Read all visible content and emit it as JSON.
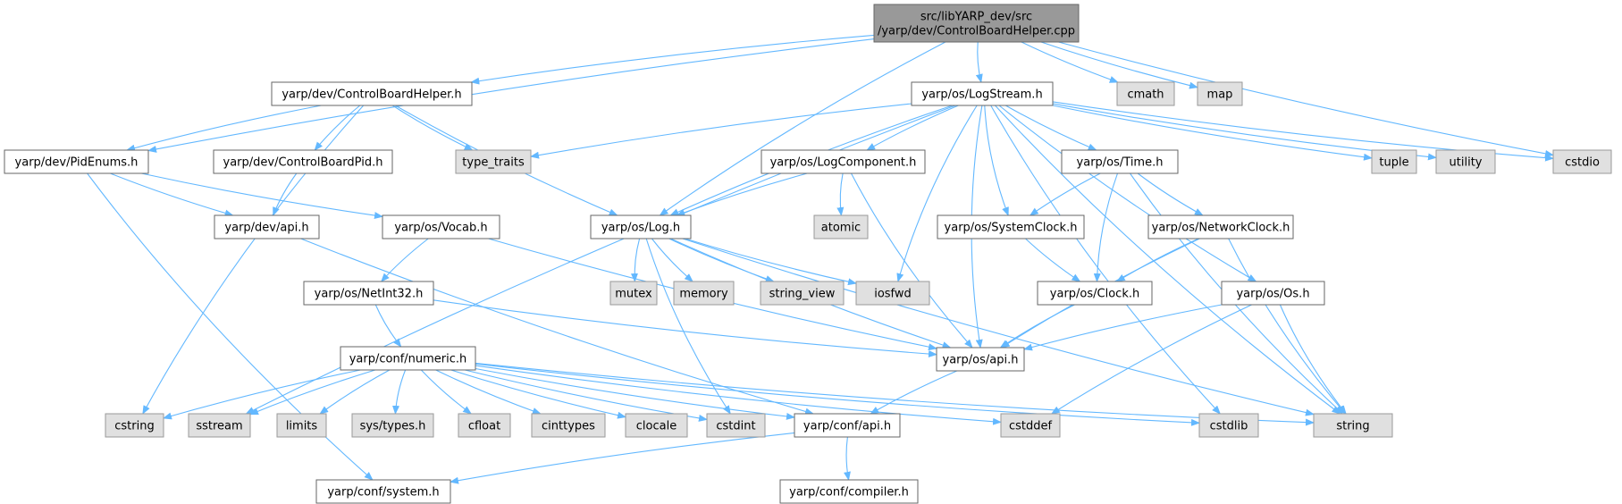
{
  "colors": {
    "edge": "#63b8ff",
    "node_fill": "#ffffff",
    "node_stroke": "#666666",
    "external_fill": "#e0e0e0",
    "external_stroke": "#999999",
    "root_fill": "#999999",
    "root_stroke": "#666666",
    "text": "#000000"
  },
  "nodes": [
    {
      "id": "root",
      "label": "src/libYARP_dev/src\n/yarp/dev/ControlBoardHelper.cpp",
      "kind": "root"
    },
    {
      "id": "cbh",
      "label": "yarp/dev/ControlBoardHelper.h",
      "kind": "file"
    },
    {
      "id": "logstream",
      "label": "yarp/os/LogStream.h",
      "kind": "file"
    },
    {
      "id": "cmath",
      "label": "cmath",
      "kind": "external"
    },
    {
      "id": "map",
      "label": "map",
      "kind": "external"
    },
    {
      "id": "pidenums",
      "label": "yarp/dev/PidEnums.h",
      "kind": "file"
    },
    {
      "id": "cbpid",
      "label": "yarp/dev/ControlBoardPid.h",
      "kind": "file"
    },
    {
      "id": "type_traits",
      "label": "type_traits",
      "kind": "external"
    },
    {
      "id": "logcomp",
      "label": "yarp/os/LogComponent.h",
      "kind": "file"
    },
    {
      "id": "time",
      "label": "yarp/os/Time.h",
      "kind": "file"
    },
    {
      "id": "tuple",
      "label": "tuple",
      "kind": "external"
    },
    {
      "id": "utility",
      "label": "utility",
      "kind": "external"
    },
    {
      "id": "cstdio",
      "label": "cstdio",
      "kind": "external"
    },
    {
      "id": "devapi",
      "label": "yarp/dev/api.h",
      "kind": "file"
    },
    {
      "id": "vocab",
      "label": "yarp/os/Vocab.h",
      "kind": "file"
    },
    {
      "id": "log",
      "label": "yarp/os/Log.h",
      "kind": "file"
    },
    {
      "id": "atomic",
      "label": "atomic",
      "kind": "external"
    },
    {
      "id": "sysclock",
      "label": "yarp/os/SystemClock.h",
      "kind": "file"
    },
    {
      "id": "netclock",
      "label": "yarp/os/NetworkClock.h",
      "kind": "file"
    },
    {
      "id": "netint32",
      "label": "yarp/os/NetInt32.h",
      "kind": "file"
    },
    {
      "id": "mutex",
      "label": "mutex",
      "kind": "external"
    },
    {
      "id": "memory",
      "label": "memory",
      "kind": "external"
    },
    {
      "id": "string_view",
      "label": "string_view",
      "kind": "external"
    },
    {
      "id": "iosfwd",
      "label": "iosfwd",
      "kind": "external"
    },
    {
      "id": "clock",
      "label": "yarp/os/Clock.h",
      "kind": "file"
    },
    {
      "id": "os",
      "label": "yarp/os/Os.h",
      "kind": "file"
    },
    {
      "id": "numeric",
      "label": "yarp/conf/numeric.h",
      "kind": "file"
    },
    {
      "id": "osapi",
      "label": "yarp/os/api.h",
      "kind": "file"
    },
    {
      "id": "cstring",
      "label": "cstring",
      "kind": "external"
    },
    {
      "id": "sstream",
      "label": "sstream",
      "kind": "external"
    },
    {
      "id": "limits",
      "label": "limits",
      "kind": "external"
    },
    {
      "id": "systypes",
      "label": "sys/types.h",
      "kind": "external"
    },
    {
      "id": "cfloat",
      "label": "cfloat",
      "kind": "external"
    },
    {
      "id": "cinttypes",
      "label": "cinttypes",
      "kind": "external"
    },
    {
      "id": "clocale",
      "label": "clocale",
      "kind": "external"
    },
    {
      "id": "cstdint",
      "label": "cstdint",
      "kind": "external"
    },
    {
      "id": "confapi",
      "label": "yarp/conf/api.h",
      "kind": "file"
    },
    {
      "id": "cstddef",
      "label": "cstddef",
      "kind": "external"
    },
    {
      "id": "cstdlib",
      "label": "cstdlib",
      "kind": "external"
    },
    {
      "id": "string",
      "label": "string",
      "kind": "external"
    },
    {
      "id": "system",
      "label": "yarp/conf/system.h",
      "kind": "file"
    },
    {
      "id": "compiler",
      "label": "yarp/conf/compiler.h",
      "kind": "file"
    }
  ],
  "edges": [
    [
      "root",
      "cbh"
    ],
    [
      "root",
      "logstream"
    ],
    [
      "root",
      "cmath"
    ],
    [
      "root",
      "map"
    ],
    [
      "root",
      "pidenums"
    ],
    [
      "root",
      "log"
    ],
    [
      "root",
      "cstdio"
    ],
    [
      "cbh",
      "pidenums"
    ],
    [
      "cbh",
      "cbpid"
    ],
    [
      "cbh",
      "type_traits"
    ],
    [
      "cbh",
      "log"
    ],
    [
      "cbh",
      "cstring"
    ],
    [
      "pidenums",
      "devapi"
    ],
    [
      "pidenums",
      "vocab"
    ],
    [
      "pidenums",
      "system"
    ],
    [
      "cbpid",
      "devapi"
    ],
    [
      "devapi",
      "confapi"
    ],
    [
      "vocab",
      "netint32"
    ],
    [
      "vocab",
      "osapi"
    ],
    [
      "netint32",
      "numeric"
    ],
    [
      "netint32",
      "osapi"
    ],
    [
      "logstream",
      "logcomp"
    ],
    [
      "logstream",
      "time"
    ],
    [
      "logstream",
      "tuple"
    ],
    [
      "logstream",
      "utility"
    ],
    [
      "logstream",
      "cstdio"
    ],
    [
      "logstream",
      "type_traits"
    ],
    [
      "logstream",
      "log"
    ],
    [
      "logstream",
      "sstream"
    ],
    [
      "logstream",
      "osapi"
    ],
    [
      "logstream",
      "iosfwd"
    ],
    [
      "logstream",
      "sysclock"
    ],
    [
      "logstream",
      "os"
    ],
    [
      "logstream",
      "cstdlib"
    ],
    [
      "logstream",
      "string"
    ],
    [
      "logcomp",
      "atomic"
    ],
    [
      "logcomp",
      "log"
    ],
    [
      "logcomp",
      "osapi"
    ],
    [
      "log",
      "mutex"
    ],
    [
      "log",
      "memory"
    ],
    [
      "log",
      "string_view"
    ],
    [
      "log",
      "iosfwd"
    ],
    [
      "log",
      "osapi"
    ],
    [
      "log",
      "cstdint"
    ],
    [
      "log",
      "string"
    ],
    [
      "time",
      "sysclock"
    ],
    [
      "time",
      "netclock"
    ],
    [
      "time",
      "clock"
    ],
    [
      "time",
      "string"
    ],
    [
      "sysclock",
      "clock"
    ],
    [
      "netclock",
      "clock"
    ],
    [
      "netclock",
      "osapi"
    ],
    [
      "netclock",
      "string"
    ],
    [
      "clock",
      "osapi"
    ],
    [
      "os",
      "osapi"
    ],
    [
      "os",
      "cstddef"
    ],
    [
      "os",
      "string"
    ],
    [
      "osapi",
      "confapi"
    ],
    [
      "numeric",
      "cstring"
    ],
    [
      "numeric",
      "sstream"
    ],
    [
      "numeric",
      "limits"
    ],
    [
      "numeric",
      "systypes"
    ],
    [
      "numeric",
      "cfloat"
    ],
    [
      "numeric",
      "cinttypes"
    ],
    [
      "numeric",
      "clocale"
    ],
    [
      "numeric",
      "cstdint"
    ],
    [
      "numeric",
      "confapi"
    ],
    [
      "numeric",
      "cstddef"
    ],
    [
      "numeric",
      "cstdlib"
    ],
    [
      "numeric",
      "string"
    ],
    [
      "confapi",
      "system"
    ],
    [
      "confapi",
      "compiler"
    ]
  ]
}
